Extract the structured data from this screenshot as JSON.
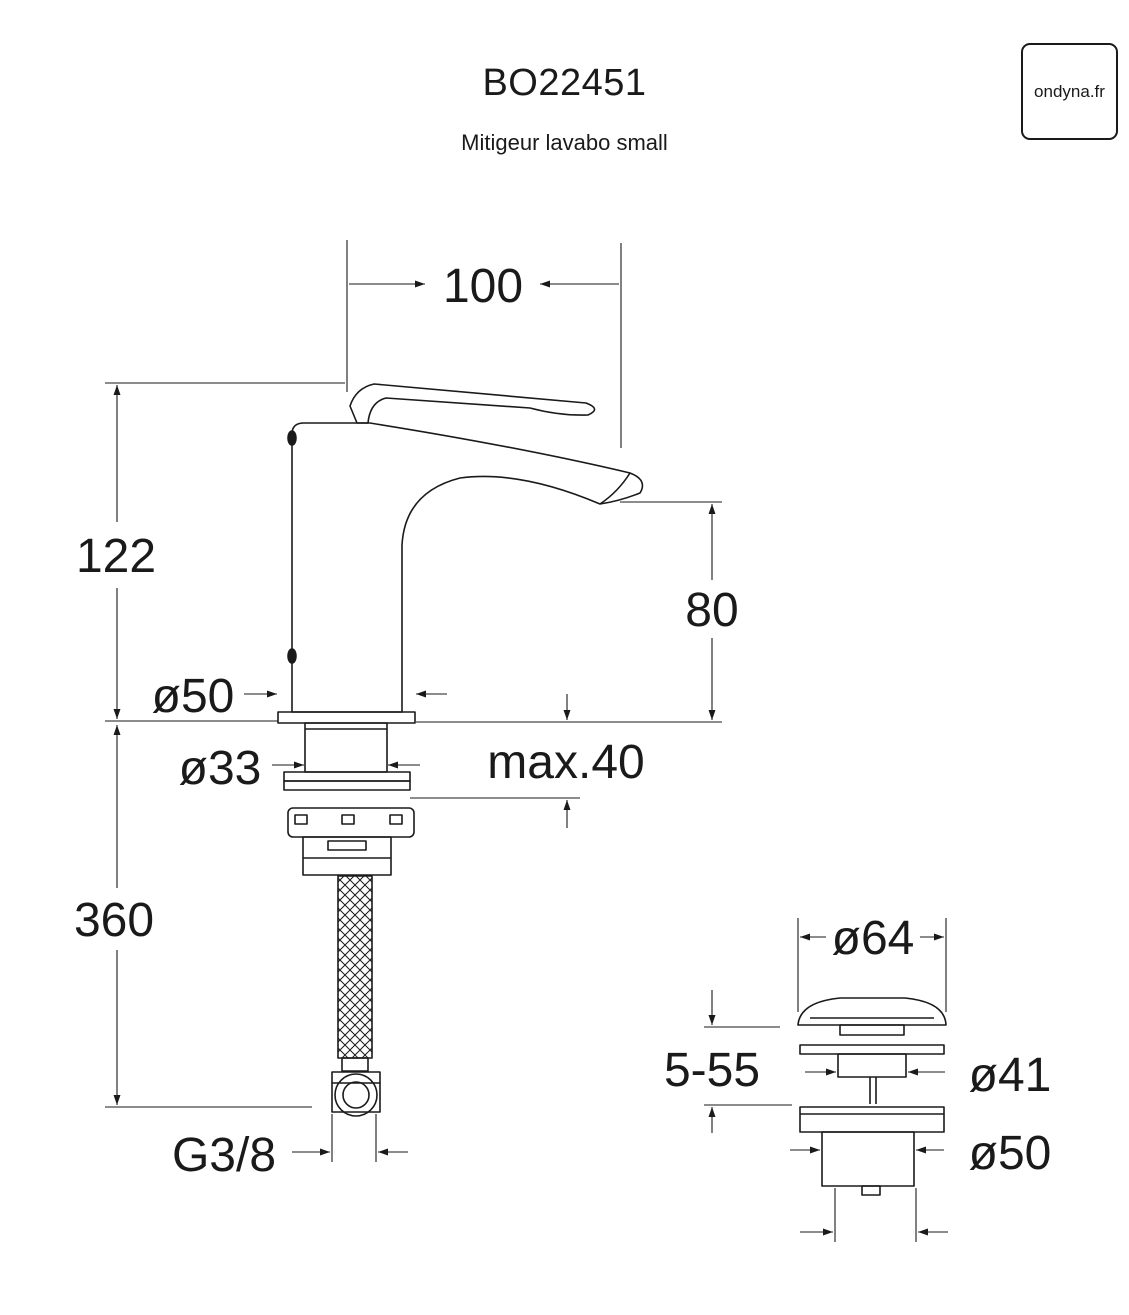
{
  "header": {
    "product_code": "BO22451",
    "product_name": "Mitigeur lavabo small",
    "brand": "ondyna.fr"
  },
  "dimensions": {
    "spout_reach": "100",
    "total_height": "122",
    "spout_height": "80",
    "base_diameter": "ø50",
    "shank_diameter": "ø33",
    "max_deck_thickness": "max.40",
    "hose_length": "360",
    "hose_thread": "G3/8",
    "waste_cap_diameter": "ø64",
    "waste_clamp_range": "5-55",
    "waste_body_diameter": "ø41",
    "waste_flange_diameter": "ø50"
  },
  "colors": {
    "ink": "#1a1a1a",
    "background": "#ffffff"
  }
}
